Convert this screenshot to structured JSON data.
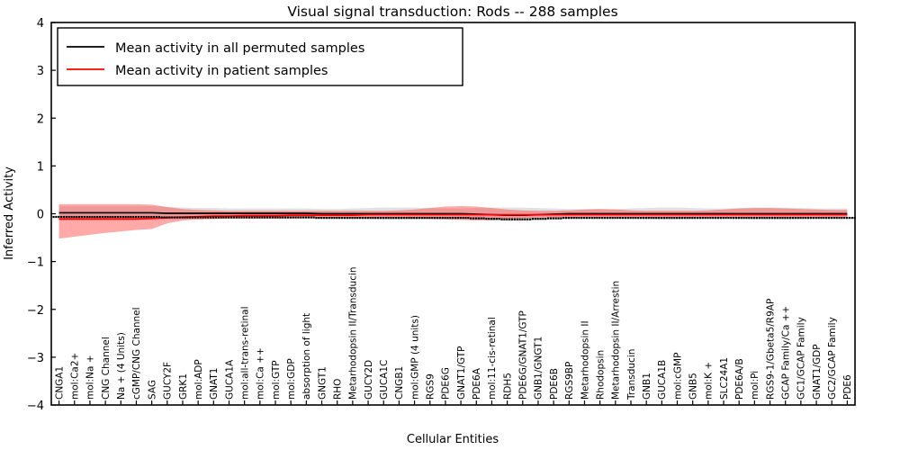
{
  "chart_data": {
    "type": "line",
    "title": "Visual signal transduction: Rods -- 288 samples",
    "xlabel": "Cellular Entities",
    "ylabel": "Inferred Activity",
    "ylim": [
      -4,
      4
    ],
    "yticks": [
      -4,
      -3,
      -2,
      -1,
      0,
      1,
      2,
      3,
      4
    ],
    "ytick_labels": [
      "−4",
      "−3",
      "−2",
      "−1",
      "0",
      "1",
      "2",
      "3",
      "4"
    ],
    "grid": false,
    "legend_position": "upper left",
    "legend": [
      {
        "label": "Mean activity in all permuted samples",
        "color": "#000000"
      },
      {
        "label": "Mean activity in patient samples",
        "color": "#ff0000"
      }
    ],
    "band_colors": {
      "permuted_band": "#c8c8c8",
      "patient_band": "#ff4040"
    },
    "categories": [
      "CNGA1",
      "mol:Ca2+",
      "mol:Na +",
      "CNG Channel",
      "Na + (4 Units)",
      "cGMP/CNG Channel",
      "SAG",
      "GUCY2F",
      "GRK1",
      "mol:ADP",
      "GNAT1",
      "GUCA1A",
      "mol:all-trans-retinal",
      "mol:Ca ++",
      "mol:GTP",
      "mol:GDP",
      "absorption of light",
      "GNGT1",
      "RHO",
      "Metarhodopsin II/Transducin",
      "GUCY2D",
      "GUCA1C",
      "CNGB1",
      "mol:GMP (4 units)",
      "RGS9",
      "PDE6G",
      "GNAT1/GTP",
      "PDE6A",
      "mol:11-cis-retinal",
      "RDH5",
      "PDE6G/GNAT1/GTP",
      "GNB1/GNGT1",
      "PDE6B",
      "RGS9BP",
      "Metarhodopsin II",
      "Rhodopsin",
      "Metarhodopsin II/Arrestin",
      "Transducin",
      "GNB1",
      "GUCA1B",
      "mol:cGMP",
      "GNB5",
      "mol:K +",
      "SLC24A1",
      "PDE6A/B",
      "mol:Pi",
      "RGS9-1/Gbeta5/R9AP",
      "GCAP Family/Ca ++",
      "GC1/GCAP Family",
      "GNAT1/GDP",
      "GC2/GCAP Family",
      "PDE6"
    ],
    "series": [
      {
        "name": "Mean activity in all permuted samples",
        "color": "#000000",
        "style": "solid",
        "values": [
          0.02,
          0.02,
          0.02,
          0.02,
          0.02,
          0.02,
          0.02,
          0.01,
          0.01,
          0.01,
          0.01,
          0.01,
          0.01,
          0.01,
          0.01,
          0.01,
          0.01,
          0.0,
          0.0,
          0.0,
          0.0,
          0.0,
          0.0,
          0.0,
          0.0,
          0.0,
          0.0,
          -0.01,
          -0.02,
          -0.03,
          -0.03,
          -0.02,
          -0.01,
          0.0,
          0.0,
          0.0,
          0.0,
          0.0,
          0.0,
          0.0,
          0.0,
          0.0,
          0.0,
          0.0,
          0.0,
          0.0,
          0.0,
          0.0,
          0.0,
          0.0,
          0.0,
          0.0
        ],
        "band_lower": [
          -0.14,
          -0.14,
          -0.14,
          -0.14,
          -0.14,
          -0.14,
          -0.14,
          -0.13,
          -0.12,
          -0.11,
          -0.11,
          -0.1,
          -0.1,
          -0.1,
          -0.1,
          -0.1,
          -0.1,
          -0.1,
          -0.1,
          -0.1,
          -0.11,
          -0.12,
          -0.12,
          -0.12,
          -0.11,
          -0.1,
          -0.1,
          -0.12,
          -0.14,
          -0.15,
          -0.15,
          -0.13,
          -0.11,
          -0.1,
          -0.1,
          -0.1,
          -0.1,
          -0.1,
          -0.11,
          -0.12,
          -0.12,
          -0.11,
          -0.1,
          -0.1,
          -0.11,
          -0.12,
          -0.12,
          -0.12,
          -0.11,
          -0.1,
          -0.1,
          -0.1
        ],
        "band_upper": [
          0.16,
          0.16,
          0.16,
          0.16,
          0.16,
          0.16,
          0.16,
          0.14,
          0.13,
          0.12,
          0.12,
          0.11,
          0.11,
          0.11,
          0.11,
          0.11,
          0.11,
          0.1,
          0.1,
          0.11,
          0.12,
          0.13,
          0.13,
          0.13,
          0.12,
          0.11,
          0.11,
          0.12,
          0.13,
          0.13,
          0.13,
          0.12,
          0.11,
          0.1,
          0.1,
          0.1,
          0.1,
          0.11,
          0.12,
          0.13,
          0.13,
          0.12,
          0.11,
          0.11,
          0.12,
          0.13,
          0.13,
          0.13,
          0.12,
          0.11,
          0.11,
          0.11
        ]
      },
      {
        "name": "Mean activity in patient samples",
        "color": "#ff0000",
        "style": "solid",
        "values": [
          -0.11,
          -0.11,
          -0.11,
          -0.11,
          -0.11,
          -0.11,
          -0.1,
          -0.08,
          -0.07,
          -0.06,
          -0.05,
          -0.05,
          -0.04,
          -0.04,
          -0.04,
          -0.03,
          -0.03,
          -0.03,
          -0.03,
          -0.03,
          -0.02,
          -0.02,
          -0.02,
          -0.02,
          -0.02,
          -0.02,
          -0.02,
          -0.02,
          -0.02,
          -0.02,
          -0.02,
          -0.02,
          -0.02,
          -0.02,
          -0.02,
          -0.02,
          -0.02,
          -0.02,
          -0.02,
          -0.02,
          -0.02,
          -0.02,
          -0.02,
          -0.02,
          -0.02,
          -0.02,
          -0.02,
          -0.02,
          -0.02,
          -0.02,
          -0.02,
          -0.02
        ],
        "band_lower": [
          -0.52,
          -0.48,
          -0.44,
          -0.4,
          -0.37,
          -0.34,
          -0.32,
          -0.2,
          -0.14,
          -0.12,
          -0.11,
          -0.1,
          -0.1,
          -0.1,
          -0.1,
          -0.1,
          -0.09,
          -0.09,
          -0.09,
          -0.09,
          -0.09,
          -0.09,
          -0.09,
          -0.1,
          -0.11,
          -0.12,
          -0.13,
          -0.14,
          -0.13,
          -0.11,
          -0.09,
          -0.08,
          -0.08,
          -0.08,
          -0.08,
          -0.08,
          -0.08,
          -0.08,
          -0.08,
          -0.08,
          -0.08,
          -0.08,
          -0.08,
          -0.08,
          -0.08,
          -0.08,
          -0.08,
          -0.08,
          -0.08,
          -0.08,
          -0.08,
          -0.08
        ],
        "band_upper": [
          0.2,
          0.2,
          0.2,
          0.2,
          0.2,
          0.2,
          0.19,
          0.14,
          0.1,
          0.08,
          0.07,
          0.06,
          0.06,
          0.06,
          0.06,
          0.06,
          0.06,
          0.06,
          0.06,
          0.06,
          0.06,
          0.06,
          0.07,
          0.09,
          0.12,
          0.15,
          0.16,
          0.15,
          0.12,
          0.09,
          0.07,
          0.06,
          0.06,
          0.07,
          0.09,
          0.1,
          0.09,
          0.07,
          0.06,
          0.06,
          0.06,
          0.06,
          0.07,
          0.09,
          0.11,
          0.12,
          0.12,
          0.11,
          0.1,
          0.09,
          0.08,
          0.08
        ]
      }
    ]
  }
}
